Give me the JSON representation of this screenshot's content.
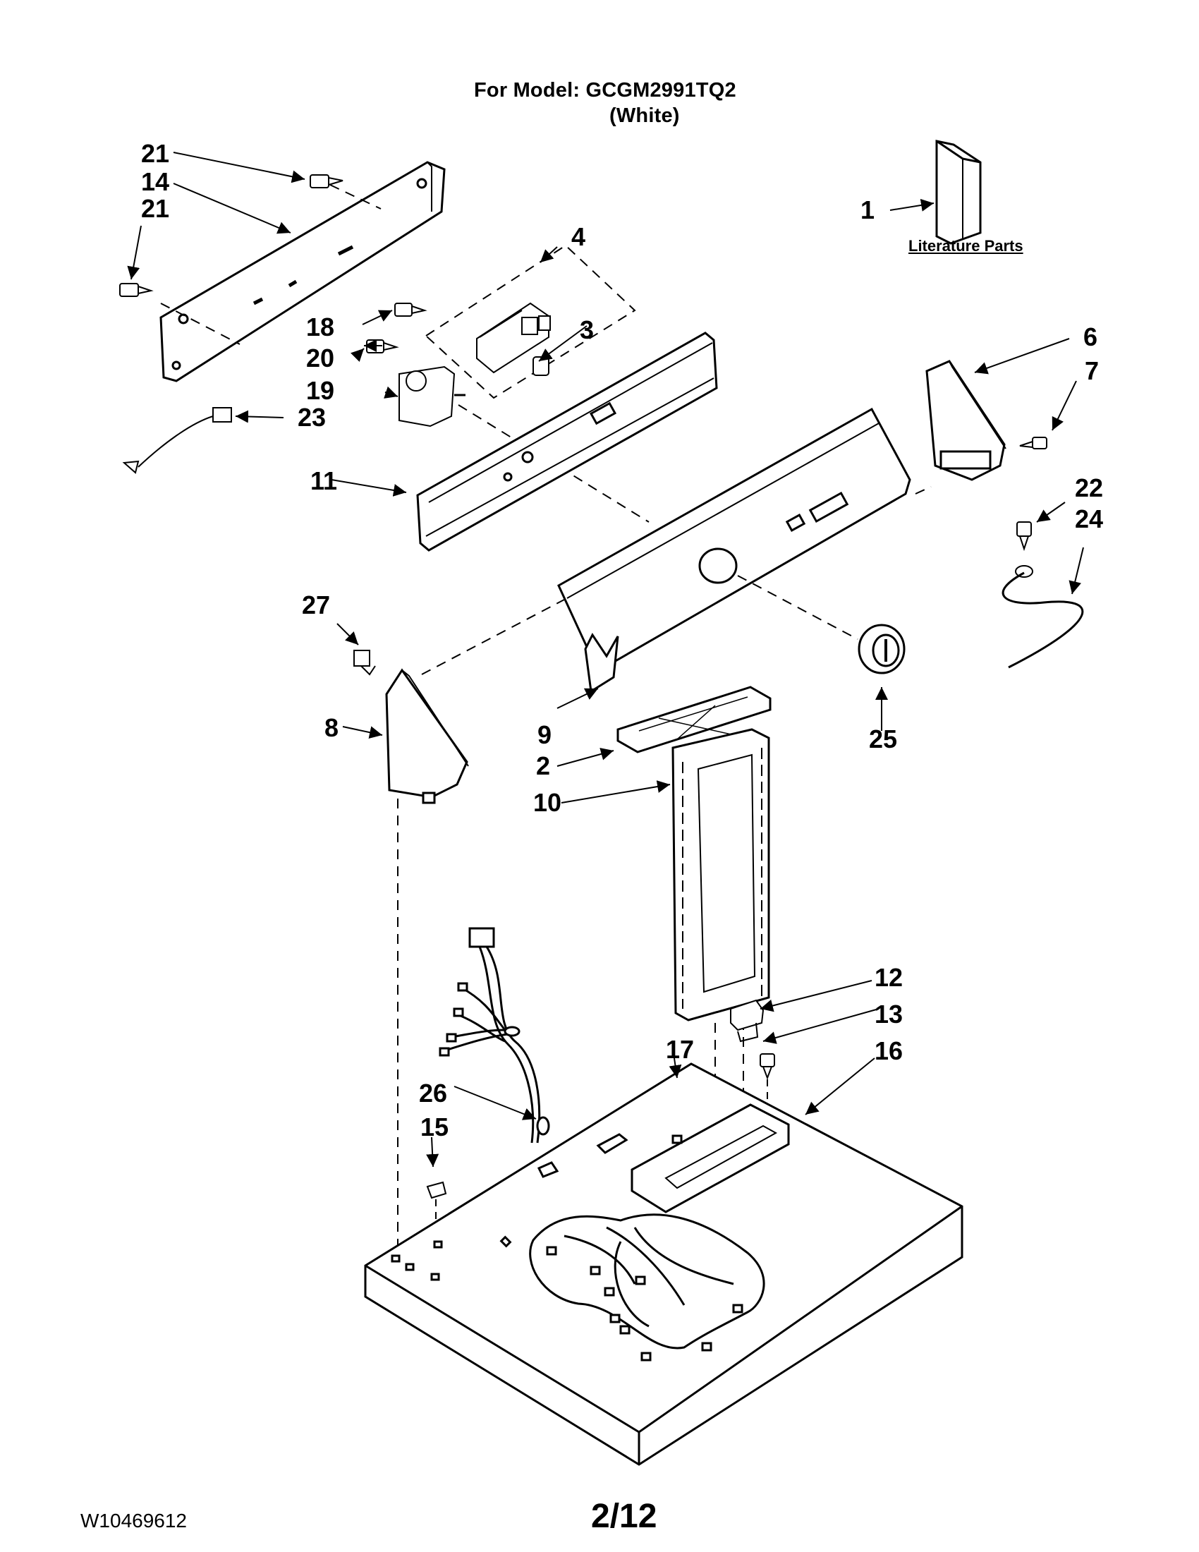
{
  "header": {
    "model_line": "For Model: GCGM2991TQ2",
    "color_line": "(White)"
  },
  "literature_label": "Literature Parts",
  "footer": {
    "doc_code": "W10469612",
    "page": "2/12"
  },
  "callouts": {
    "c1": "1",
    "c2": "2",
    "c3": "3",
    "c4": "4",
    "c6": "6",
    "c7": "7",
    "c8": "8",
    "c9": "9",
    "c10": "10",
    "c11": "11",
    "c12": "12",
    "c13": "13",
    "c14": "14",
    "c15": "15",
    "c16": "16",
    "c17": "17",
    "c18": "18",
    "c19": "19",
    "c20": "20",
    "c21a": "21",
    "c21b": "21",
    "c22": "22",
    "c23": "23",
    "c24": "24",
    "c25": "25",
    "c26": "26",
    "c27": "27"
  }
}
